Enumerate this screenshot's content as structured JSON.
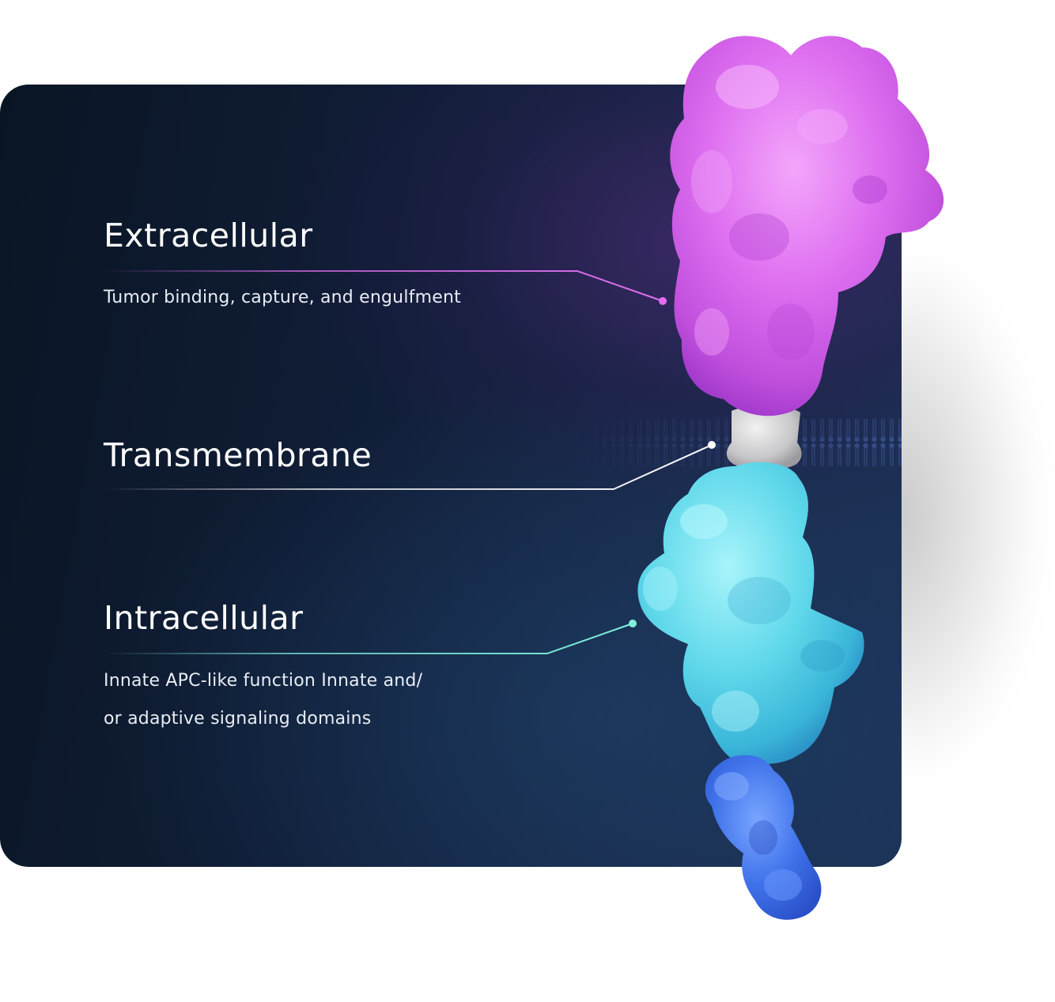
{
  "domains": [
    {
      "title": "Extracellular",
      "description_lines": [
        "Tumor binding, capture, and engulfment"
      ],
      "accent_color": "#e070ee"
    },
    {
      "title": "Transmembrane",
      "description_lines": [],
      "accent_color": "#ffffff"
    },
    {
      "title": "Intracellular",
      "description_lines": [
        "Innate APC-like function Innate and/",
        "or adaptive  signaling domains"
      ],
      "accent_color": "#7ef0dc"
    }
  ],
  "protein_colors": {
    "extracellular": "#d25ae8",
    "transmembrane": "#c8c8c8",
    "intracellular": "#5ad6e6",
    "tail": "#3a6ee8"
  },
  "panel_colors": {
    "background_dark": "#0a1524",
    "background_mid": "#1a2a4c"
  }
}
